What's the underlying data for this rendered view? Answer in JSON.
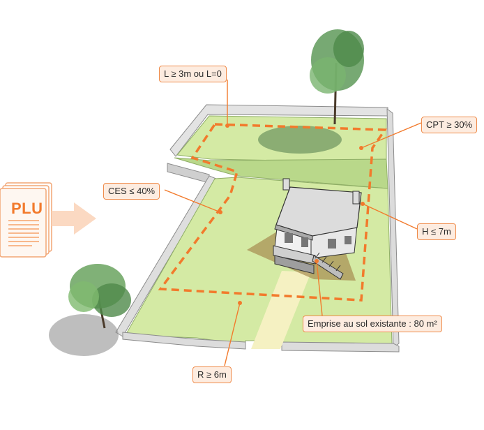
{
  "document": {
    "label": "PLU"
  },
  "callouts": {
    "width_setback": "L ≥ 3m ou L=0",
    "cpt": "CPT ≥ 30%",
    "ces": "CES ≤ 40%",
    "height": "H ≤ 7m",
    "footprint": "Emprise au sol existante : 80 m²",
    "road_setback": "R ≥ 6m"
  },
  "colors": {
    "accent": "#f27a2c",
    "callout_fill": "#fdece0",
    "callout_border": "#ef8b4a",
    "lawn": "#d4eaa4",
    "lawn_dark": "#b9d88a",
    "wall": "#d9d9d9",
    "path": "#f5f1c2",
    "roof": "#e5e5e5"
  }
}
